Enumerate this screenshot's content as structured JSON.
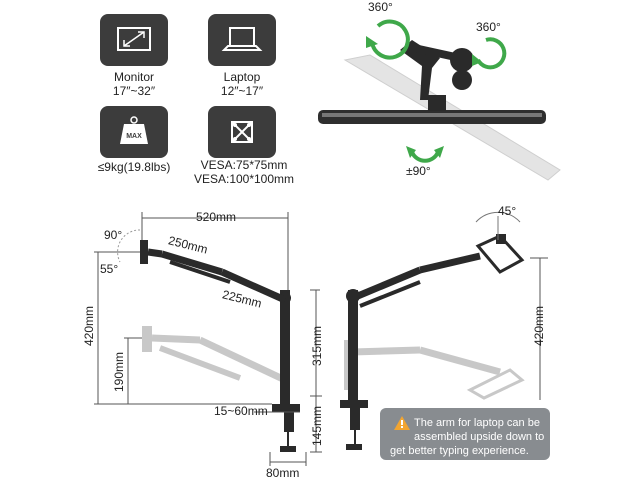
{
  "specs": {
    "monitor": {
      "label": "Monitor",
      "range": "17″~32″",
      "icon": "monitor-icon"
    },
    "laptop": {
      "label": "Laptop",
      "range": "12″~17″",
      "icon": "laptop-icon"
    },
    "weight": {
      "label": "≤9kg(19.8lbs)",
      "badge": "MAX",
      "icon": "weight-icon"
    },
    "vesa": {
      "line1": "VESA:75*75mm",
      "line2": "VESA:100*100mm",
      "icon": "vesa-icon"
    }
  },
  "rotation": {
    "swivel_left": "360°",
    "swivel_right": "360°",
    "tilt": "±90°"
  },
  "dimensions": {
    "total_reach": "520mm",
    "arm_upper": "250mm",
    "arm_lower": "225mm",
    "tilt_up": "90°",
    "tilt_down": "55°",
    "height_total": "420mm",
    "height_low": "190mm",
    "clamp_range": "15~60mm",
    "clamp_width": "80mm",
    "pole_height": "315mm",
    "clamp_height": "145mm",
    "laptop_angle": "45°",
    "height_right": "420mm"
  },
  "note": {
    "line1": "The arm for laptop can be",
    "line2": "assembled upside down to",
    "line3": "get better typing experience.",
    "icon": "warning-icon"
  },
  "colors": {
    "arm": "#2a2a2a",
    "arm_ghost": "#c8c8c8",
    "tile": "#3c3c3c",
    "arrow": "#3fa84a",
    "note_bg": "#888c90"
  }
}
